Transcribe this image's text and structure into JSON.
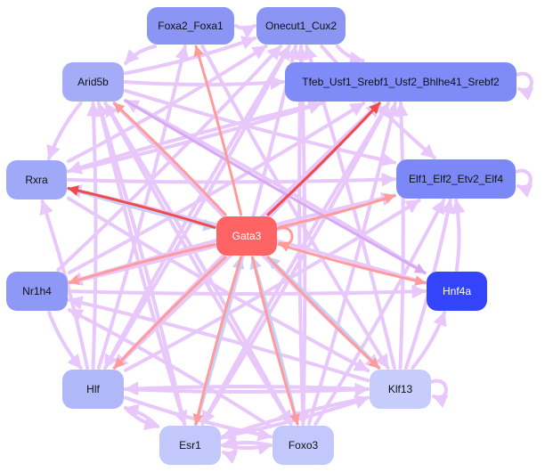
{
  "diagram": {
    "type": "directed-network",
    "colors": {
      "edge_default": "#e8c8fb",
      "edge_gata3_out": "#ff9b9b",
      "edge_gata3_strong": "#ef4b4b",
      "edge_gata3_in": "#c8d0f8",
      "edge_purple": "#d6a8f5",
      "label_dark": "#111111",
      "label_light": "#ffffff"
    },
    "nodes": [
      {
        "id": "Foxa2_Foxa1",
        "label": "Foxa2_Foxa1",
        "fill": "#8b96f4",
        "text": "#111111"
      },
      {
        "id": "Onecut1_Cux2",
        "label": "Onecut1_Cux2",
        "fill": "#8b96f4",
        "text": "#111111"
      },
      {
        "id": "Arid5b",
        "label": "Arid5b",
        "fill": "#a4acf8",
        "text": "#111111"
      },
      {
        "id": "Tfeb",
        "label": "Tfeb_Usf1_Srebf1_Usf2_Bhlhe41_Srebf2",
        "fill": "#7f8cf8",
        "text": "#111111"
      },
      {
        "id": "Rxra",
        "label": "Rxra",
        "fill": "#a0a8f8",
        "text": "#111111"
      },
      {
        "id": "Elf",
        "label": "Elf1_Elf2_Etv2_Elf4",
        "fill": "#7d88f8",
        "text": "#111111"
      },
      {
        "id": "Gata3",
        "label": "Gata3",
        "fill": "#ff6464",
        "text": "#ffffff"
      },
      {
        "id": "Nr1h4",
        "label": "Nr1h4",
        "fill": "#8e98f6",
        "text": "#111111"
      },
      {
        "id": "Hnf4a",
        "label": "Hnf4a",
        "fill": "#3344fb",
        "text": "#ffffff"
      },
      {
        "id": "Hlf",
        "label": "Hlf",
        "fill": "#b0b8fa",
        "text": "#111111"
      },
      {
        "id": "Klf13",
        "label": "Klf13",
        "fill": "#c6ccfb",
        "text": "#111111"
      },
      {
        "id": "Esr1",
        "label": "Esr1",
        "fill": "#c2c8fb",
        "text": "#111111"
      },
      {
        "id": "Foxo3",
        "label": "Foxo3",
        "fill": "#c2c8fb",
        "text": "#111111"
      }
    ],
    "edges": [
      {
        "from": "Gata3",
        "to": "Rxra",
        "kind": "strong"
      },
      {
        "from": "Gata3",
        "to": "Tfeb",
        "kind": "strong"
      },
      {
        "from": "Gata3",
        "to": "Foxa2_Foxa1",
        "kind": "out"
      },
      {
        "from": "Gata3",
        "to": "Arid5b",
        "kind": "out"
      },
      {
        "from": "Gata3",
        "to": "Elf",
        "kind": "out"
      },
      {
        "from": "Gata3",
        "to": "Nr1h4",
        "kind": "out"
      },
      {
        "from": "Gata3",
        "to": "Hnf4a",
        "kind": "out"
      },
      {
        "from": "Gata3",
        "to": "Hlf",
        "kind": "out"
      },
      {
        "from": "Gata3",
        "to": "Klf13",
        "kind": "out"
      },
      {
        "from": "Gata3",
        "to": "Esr1",
        "kind": "out"
      },
      {
        "from": "Gata3",
        "to": "Foxo3",
        "kind": "out"
      },
      {
        "from": "Gata3",
        "to": "Gata3",
        "kind": "self-out"
      },
      {
        "from": "Esr1",
        "to": "Gata3",
        "kind": "in"
      },
      {
        "from": "Foxo3",
        "to": "Gata3",
        "kind": "in"
      },
      {
        "from": "Klf13",
        "to": "Gata3",
        "kind": "in"
      },
      {
        "from": "Rxra",
        "to": "Gata3",
        "kind": "in"
      },
      {
        "from": "Arid5b",
        "to": "Hnf4a",
        "kind": "purple"
      },
      {
        "from": "Hnf4a",
        "to": "Elf",
        "kind": "default"
      },
      {
        "from": "Foxa2_Foxa1",
        "to": "Onecut1_Cux2",
        "kind": "default"
      },
      {
        "from": "Arid5b",
        "to": "Tfeb",
        "kind": "default"
      },
      {
        "from": "Arid5b",
        "to": "Onecut1_Cux2",
        "kind": "default"
      },
      {
        "from": "Arid5b",
        "to": "Rxra",
        "kind": "default"
      },
      {
        "from": "Arid5b",
        "to": "Esr1",
        "kind": "default"
      },
      {
        "from": "Arid5b",
        "to": "Foxo3",
        "kind": "default"
      },
      {
        "from": "Arid5b",
        "to": "Klf13",
        "kind": "default"
      },
      {
        "from": "Arid5b",
        "to": "Elf",
        "kind": "default"
      },
      {
        "from": "Rxra",
        "to": "Elf",
        "kind": "default"
      },
      {
        "from": "Rxra",
        "to": "Tfeb",
        "kind": "default"
      },
      {
        "from": "Rxra",
        "to": "Klf13",
        "kind": "default"
      },
      {
        "from": "Rxra",
        "to": "Onecut1_Cux2",
        "kind": "default"
      },
      {
        "from": "Nr1h4",
        "to": "Onecut1_Cux2",
        "kind": "default"
      },
      {
        "from": "Nr1h4",
        "to": "Tfeb",
        "kind": "default"
      },
      {
        "from": "Nr1h4",
        "to": "Hnf4a",
        "kind": "default"
      },
      {
        "from": "Nr1h4",
        "to": "Hlf",
        "kind": "default"
      },
      {
        "from": "Nr1h4",
        "to": "Elf",
        "kind": "default"
      },
      {
        "from": "Hlf",
        "to": "Arid5b",
        "kind": "default"
      },
      {
        "from": "Hlf",
        "to": "Foxa2_Foxa1",
        "kind": "default"
      },
      {
        "from": "Hlf",
        "to": "Onecut1_Cux2",
        "kind": "default"
      },
      {
        "from": "Hlf",
        "to": "Tfeb",
        "kind": "default"
      },
      {
        "from": "Hlf",
        "to": "Elf",
        "kind": "default"
      },
      {
        "from": "Hlf",
        "to": "Klf13",
        "kind": "default"
      },
      {
        "from": "Hlf",
        "to": "Esr1",
        "kind": "default"
      },
      {
        "from": "Hlf",
        "to": "Foxo3",
        "kind": "default"
      },
      {
        "from": "Hlf",
        "to": "Rxra",
        "kind": "default"
      },
      {
        "from": "Esr1",
        "to": "Foxo3",
        "kind": "default"
      },
      {
        "from": "Esr1",
        "to": "Esr1",
        "kind": "self"
      },
      {
        "from": "Esr1",
        "to": "Tfeb",
        "kind": "default"
      },
      {
        "from": "Esr1",
        "to": "Onecut1_Cux2",
        "kind": "default"
      },
      {
        "from": "Esr1",
        "to": "Klf13",
        "kind": "default"
      },
      {
        "from": "Esr1",
        "to": "Hlf",
        "kind": "default"
      },
      {
        "from": "Esr1",
        "to": "Arid5b",
        "kind": "default"
      },
      {
        "from": "Foxo3",
        "to": "Esr1",
        "kind": "default"
      },
      {
        "from": "Foxo3",
        "to": "Tfeb",
        "kind": "default"
      },
      {
        "from": "Foxo3",
        "to": "Elf",
        "kind": "default"
      },
      {
        "from": "Foxo3",
        "to": "Arid5b",
        "kind": "default"
      },
      {
        "from": "Foxo3",
        "to": "Onecut1_Cux2",
        "kind": "default"
      },
      {
        "from": "Foxo3",
        "to": "Nr1h4",
        "kind": "default"
      },
      {
        "from": "Klf13",
        "to": "Klf13",
        "kind": "self"
      },
      {
        "from": "Klf13",
        "to": "Hnf4a",
        "kind": "default"
      },
      {
        "from": "Klf13",
        "to": "Tfeb",
        "kind": "default"
      },
      {
        "from": "Klf13",
        "to": "Onecut1_Cux2",
        "kind": "default"
      },
      {
        "from": "Klf13",
        "to": "Hlf",
        "kind": "default"
      },
      {
        "from": "Klf13",
        "to": "Esr1",
        "kind": "default"
      },
      {
        "from": "Klf13",
        "to": "Nr1h4",
        "kind": "default"
      },
      {
        "from": "Klf13",
        "to": "Elf",
        "kind": "default"
      },
      {
        "from": "Tfeb",
        "to": "Tfeb",
        "kind": "self"
      },
      {
        "from": "Elf",
        "to": "Elf",
        "kind": "self"
      },
      {
        "from": "Onecut1_Cux2",
        "to": "Tfeb",
        "kind": "default"
      },
      {
        "from": "Onecut1_Cux2",
        "to": "Elf",
        "kind": "default"
      },
      {
        "from": "Foxa2_Foxa1",
        "to": "Arid5b",
        "kind": "default"
      },
      {
        "from": "Foxa2_Foxa1",
        "to": "Klf13",
        "kind": "default"
      },
      {
        "from": "Hnf4a",
        "to": "Arid5b",
        "kind": "default"
      },
      {
        "from": "Hnf4a",
        "to": "Rxra",
        "kind": "default"
      },
      {
        "from": "Tfeb",
        "to": "Rxra",
        "kind": "default"
      },
      {
        "from": "Tfeb",
        "to": "Hlf",
        "kind": "default"
      },
      {
        "from": "Tfeb",
        "to": "Esr1",
        "kind": "default"
      },
      {
        "from": "Elf",
        "to": "Nr1h4",
        "kind": "default"
      },
      {
        "from": "Onecut1_Cux2",
        "to": "Hlf",
        "kind": "default"
      },
      {
        "from": "Onecut1_Cux2",
        "to": "Foxo3",
        "kind": "default"
      }
    ]
  }
}
